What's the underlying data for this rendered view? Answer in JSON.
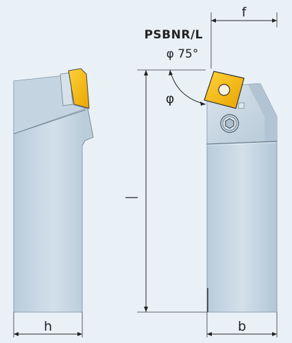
{
  "title": "PSBNR/L",
  "angle_label": "φ 75°",
  "phi_label": "φ",
  "dims": {
    "f": "f",
    "h": "h",
    "b": "b",
    "l": "l"
  },
  "colors": {
    "background": "#e9f1f7",
    "body_light": "#c9d8e4",
    "body_dark": "#a9bccb",
    "insert_gold": "#f5b800",
    "outline": "#5a6a78"
  }
}
